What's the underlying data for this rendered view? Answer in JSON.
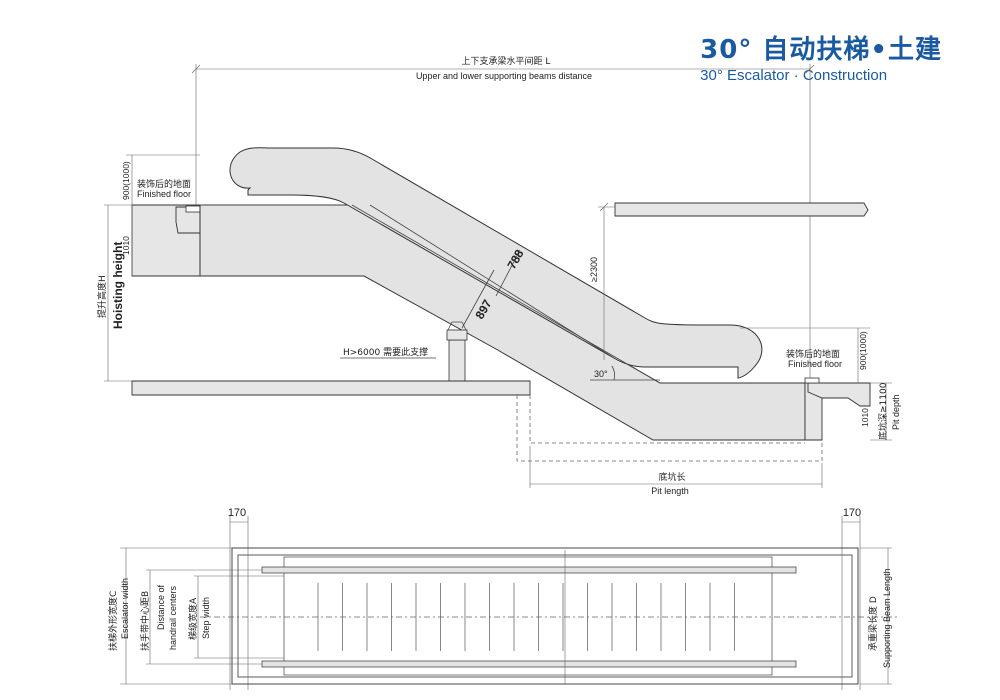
{
  "title": {
    "cn": "30° 自动扶梯•土建",
    "en": "30° Escalator · Construction"
  },
  "side_view": {
    "beam_distance": {
      "cn": "上下支承梁水平间距 L",
      "en": "Upper and lower supporting beams distance"
    },
    "upper_floor_label": {
      "cn": "装饰后的地面",
      "en": "Finished floor"
    },
    "lower_floor_label": {
      "cn": "装饰后的地面",
      "en": "Finished floor"
    },
    "dim_900_left": "900(1000)",
    "dim_900_right": "900(1000)",
    "dim_1010_left": "1010",
    "dim_1010_right": "1010",
    "hoisting_height": {
      "cn": "提升高度H",
      "en": "Hoisting height"
    },
    "dim_788": "788",
    "dim_897": "897",
    "dim_2300": "≥2300",
    "angle": "30°",
    "support_note": "H>6000 需要此支撑",
    "pit_depth": {
      "cn": "底坑深≥1100",
      "en": "Pit depth"
    },
    "pit_length": {
      "cn": "底坑长",
      "en": "Pit length"
    }
  },
  "plan_view": {
    "dim_170_left": "170",
    "dim_170_right": "170",
    "escalator_width": {
      "cn": "扶梯外形宽度C",
      "en": "Escalator width"
    },
    "handrail_distance": {
      "cn": "扶手带中心距B",
      "en1": "Distance of",
      "en2": "handrail centers"
    },
    "step_width": {
      "cn": "梯级宽度A",
      "en": "Step width"
    },
    "beam_length": {
      "cn": "承重梁长度 D",
      "en": "Supporting Beam Length"
    }
  }
}
